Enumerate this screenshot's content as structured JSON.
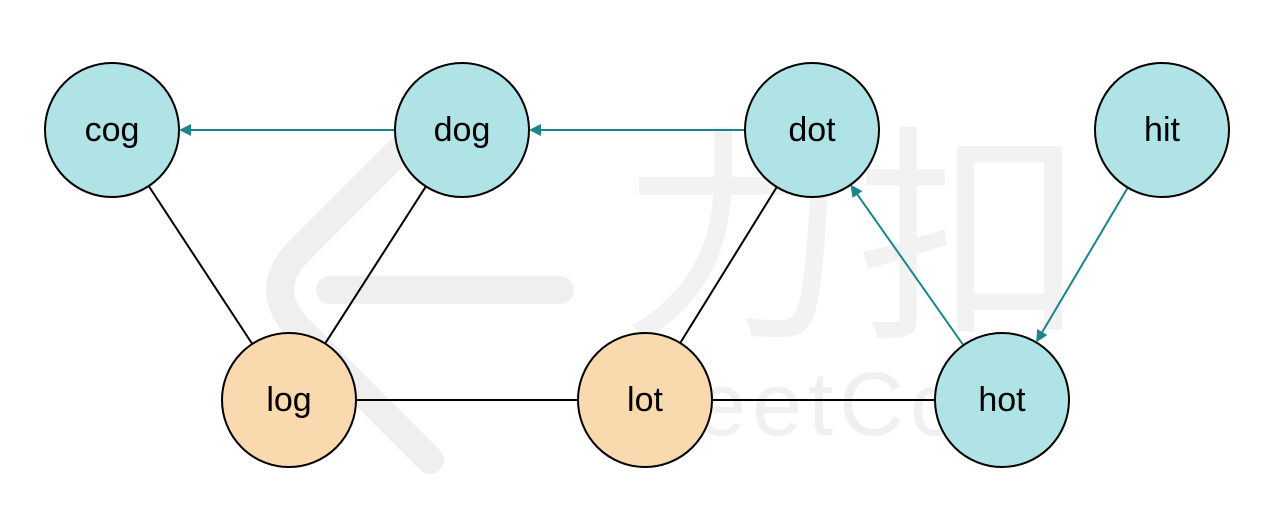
{
  "diagram": {
    "colors": {
      "visited_fill": "#b0e3e6",
      "frontier_fill": "#f9d9ae",
      "edge": "#000000",
      "arrow": "#19868c"
    },
    "nodes": [
      {
        "id": "cog",
        "label": "cog",
        "state": "visited"
      },
      {
        "id": "dog",
        "label": "dog",
        "state": "visited"
      },
      {
        "id": "dot",
        "label": "dot",
        "state": "visited"
      },
      {
        "id": "hit",
        "label": "hit",
        "state": "visited"
      },
      {
        "id": "log",
        "label": "log",
        "state": "frontier"
      },
      {
        "id": "lot",
        "label": "lot",
        "state": "frontier"
      },
      {
        "id": "hot",
        "label": "hot",
        "state": "visited"
      }
    ],
    "edges": [
      {
        "from": "cog",
        "to": "log",
        "directed": false
      },
      {
        "from": "dog",
        "to": "log",
        "directed": false
      },
      {
        "from": "dot",
        "to": "lot",
        "directed": false
      },
      {
        "from": "log",
        "to": "lot",
        "directed": false
      },
      {
        "from": "lot",
        "to": "hot",
        "directed": false
      },
      {
        "from": "dog",
        "to": "cog",
        "directed": true
      },
      {
        "from": "dot",
        "to": "dog",
        "directed": true
      },
      {
        "from": "hot",
        "to": "dot",
        "directed": true
      },
      {
        "from": "hit",
        "to": "hot",
        "directed": true
      }
    ],
    "watermark": {
      "brand_text": "LeetCode",
      "logo_glyphs": "力扣"
    }
  }
}
